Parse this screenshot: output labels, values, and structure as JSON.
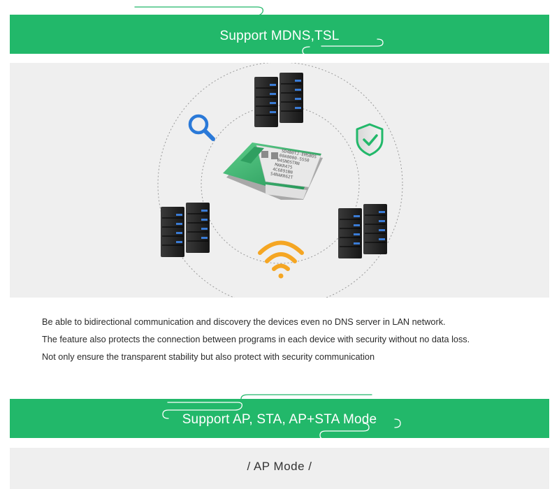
{
  "section1": {
    "title": "Support MDNS,TSL"
  },
  "module": {
    "label_lines": [
      "SD4B0TJ-EMSBOS",
      "00A0000-SSS0",
      "B4SNOSTRN",
      "MAKR475",
      "4C6891BN",
      "S4NAKR62T"
    ]
  },
  "description": [
    "Be able to bidirectional communication and discovery the devices even no DNS server in LAN network.",
    "The feature also protects the connection between programs in each device with security without no data loss.",
    "Not only ensure the transparent stability but also protect with security communication"
  ],
  "section2": {
    "title": "Support AP, STA, AP+STA Mode"
  },
  "mode": {
    "label": "/ AP Mode /"
  },
  "colors": {
    "brand_green": "#22b86a",
    "panel_gray": "#efefef",
    "search_blue": "#2a79d8",
    "shield_green": "#22b86a",
    "wifi_orange": "#f5a623"
  },
  "icons": [
    "server-rack-icon",
    "search-icon",
    "shield-check-icon",
    "wifi-icon"
  ]
}
